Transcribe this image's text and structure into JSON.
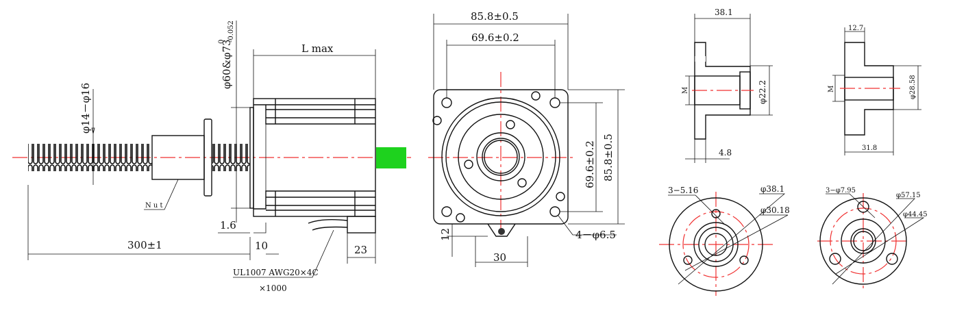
{
  "side_view": {
    "screw_dia": "φ14－φ16",
    "flange_dia": "φ60&φ73",
    "flange_tol_upper": "0",
    "flange_tol_lower": "-0.052",
    "length": "L max",
    "nut": "N u t",
    "step": "1.6",
    "screw_length": "300±1",
    "flange_thickness": "10",
    "connector": "23",
    "cable_spec": "UL1007  AWG20×4C",
    "cable_length": "×1000",
    "shaft_color": "#1ed21e"
  },
  "front_view": {
    "outer_width": "85.8±0.5",
    "hole_spacing": "69.6±0.2",
    "hole_spacing_v": "69.6±0.2",
    "outer_height": "85.8±0.5",
    "holes": "4－φ6.5",
    "connector_h": "12",
    "connector_w": "30"
  },
  "nut_a": {
    "length": "38.1",
    "dia": "φ22.2",
    "thread": "M",
    "flange_t": "4.8",
    "holes": "3−5.16",
    "flange_dia": "φ38.1",
    "pcd": "φ30.18"
  },
  "nut_b": {
    "flange_t": "12.7",
    "dia": "φ28.58",
    "thread": "M",
    "length": "31.8",
    "holes": "3−φ7.95",
    "flange_dia": "φ57.15",
    "pcd": "φ44.45"
  }
}
